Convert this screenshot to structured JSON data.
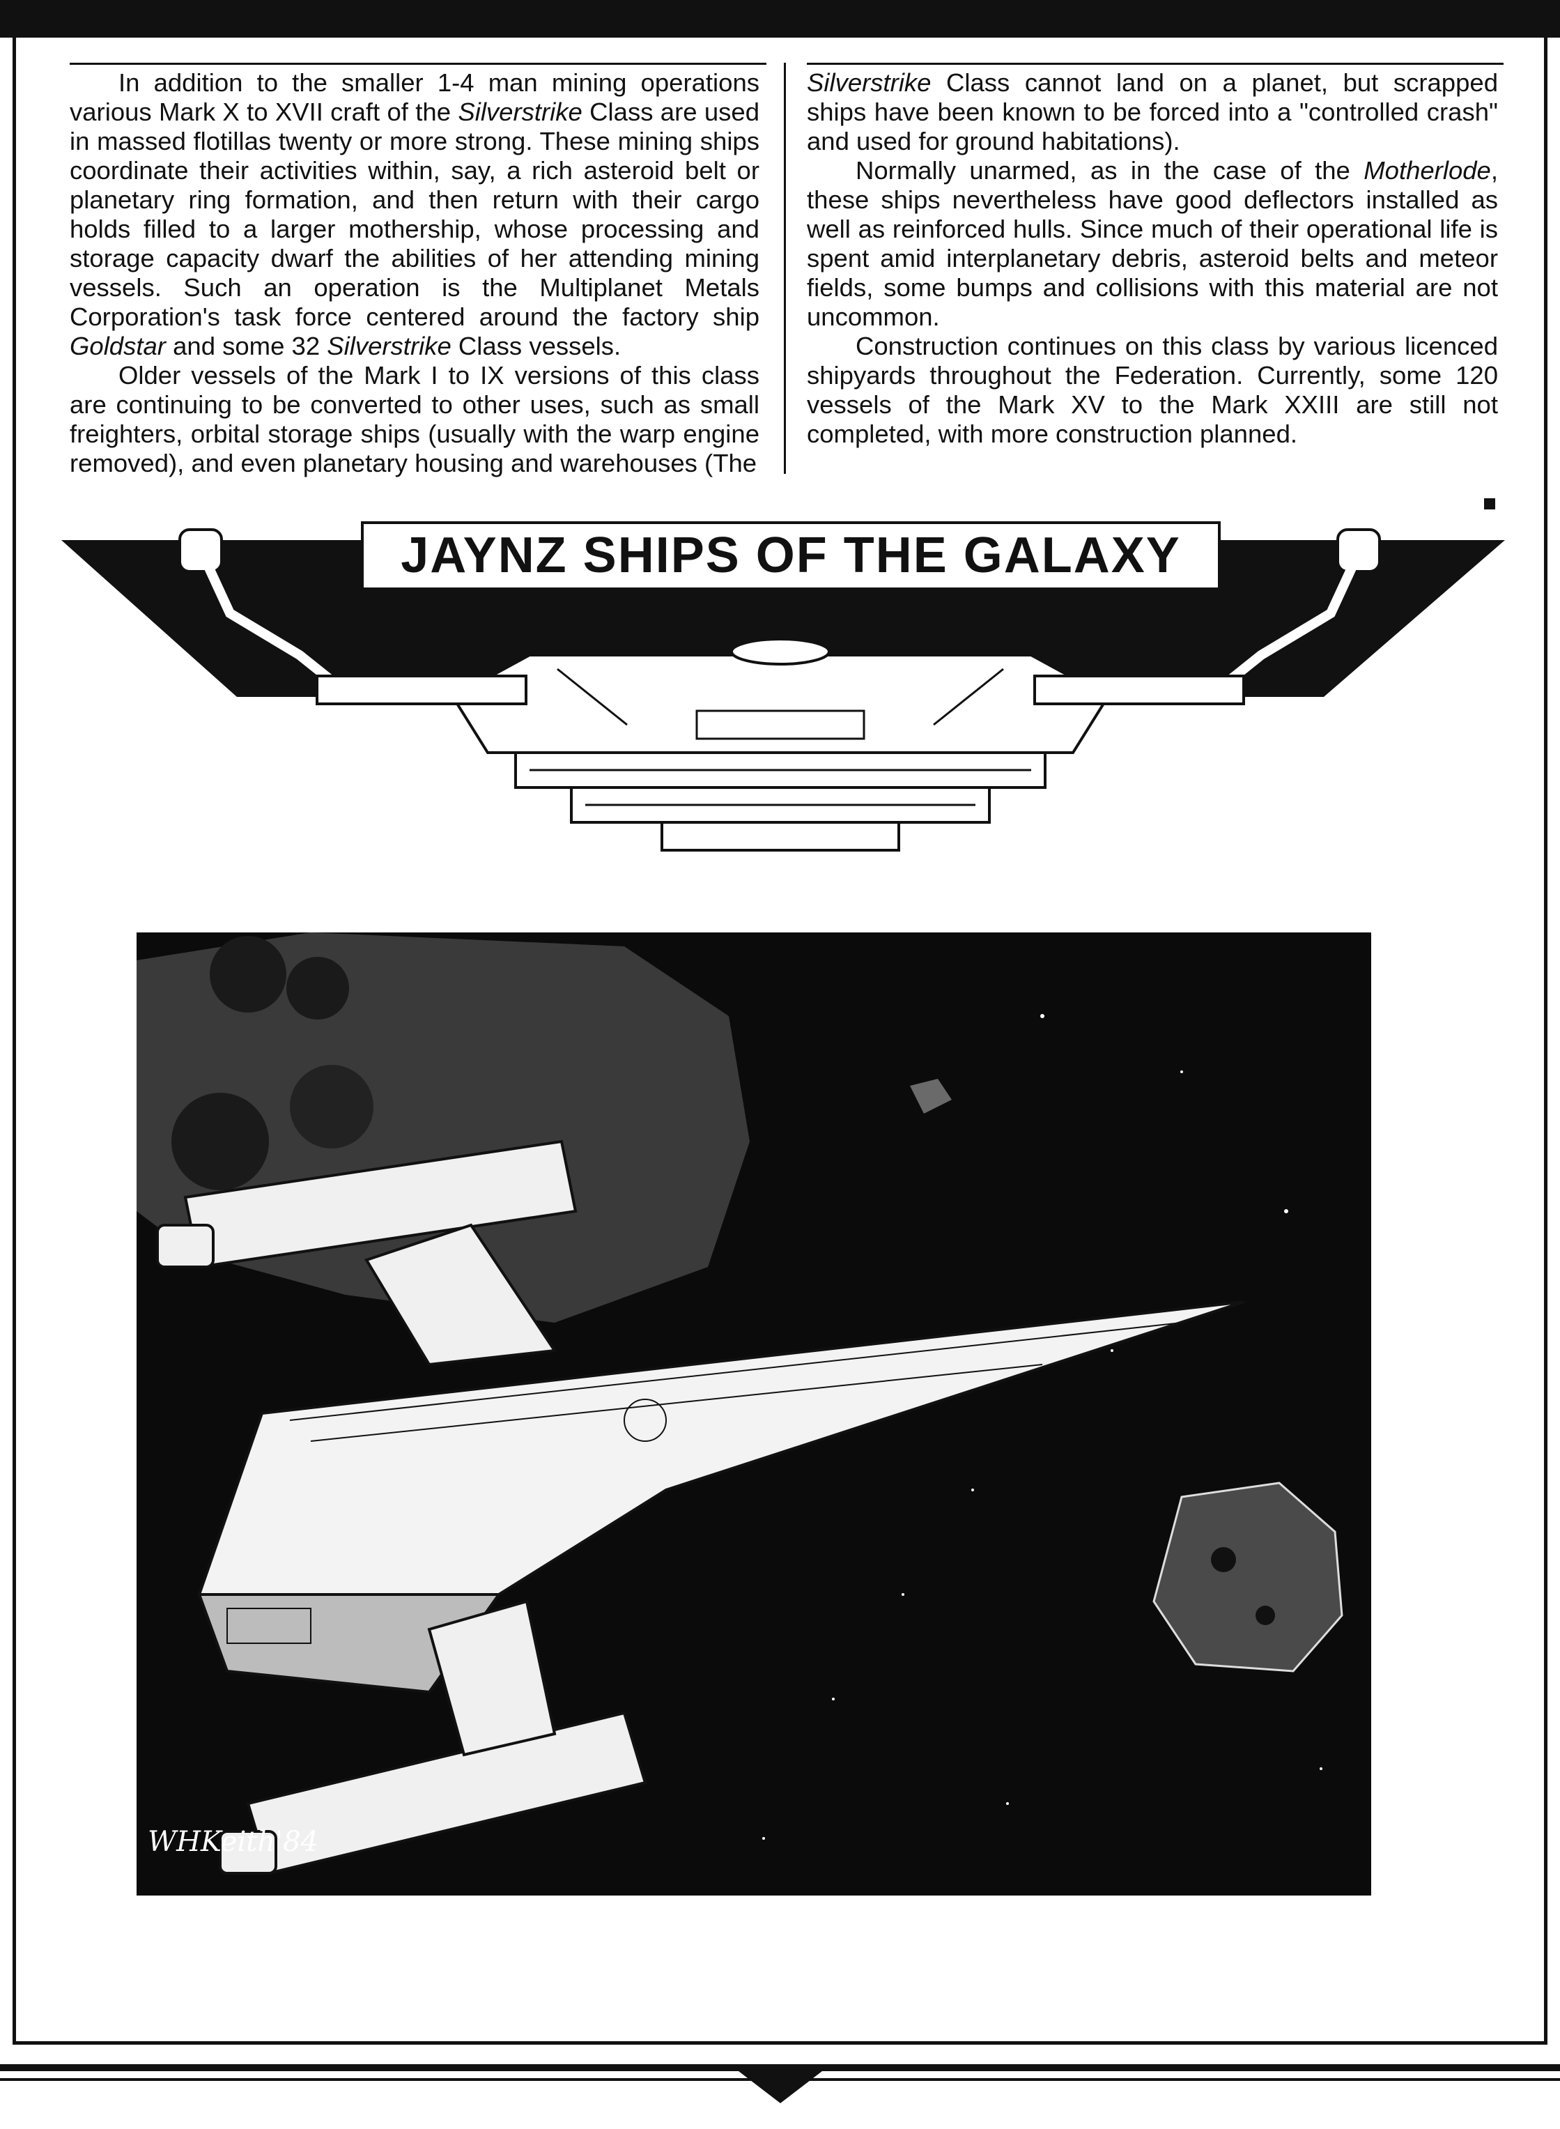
{
  "article": {
    "left_column": [
      "In addition to the smaller 1-4 man mining operations various Mark X to XVII craft of the <em>Silverstrike</em> Class are used in massed flotillas twenty or more strong. These mining ships coordinate their activities within, say, a rich asteroid belt or planetary ring formation, and then return with their cargo holds filled to a larger mothership, whose processing and storage capacity dwarf the abilities of her attending mining vessels. Such an operation is the Multiplanet Metals Corporation's task force centered around the factory ship <em>Goldstar</em> and some 32 <em>Silverstrike</em> Class vessels.",
      "Older vessels of the Mark I to IX versions of this class are continuing to be converted to other uses, such as small freighters, orbital storage ships (usually with the warp engine removed), and even planetary housing and warehouses (The"
    ],
    "right_column": [
      "<em>Silverstrike</em> Class cannot land on a planet, but scrapped ships have been known to be forced into a \"controlled crash\" and used for ground habitations).",
      "Normally unarmed, as in the case of the <em>Motherlode</em>, these ships nevertheless have good deflectors installed as well as reinforced hulls. Since much of their operational life is spent amid interplanetary debris, asteroid belts and meteor fields, some bumps and collisions with this material are not uncommon.",
      "Construction continues on this class by various licenced shipyards throughout the Federation. Currently, some 120 vessels of the Mark XV to the Mark XXIII are still not completed, with more construction planned."
    ]
  },
  "banner": {
    "title": "JAYNZ SHIPS OF THE GALAXY"
  },
  "illustration": {
    "signature": "WHKeith'84",
    "subject": "starship-among-asteroids"
  }
}
